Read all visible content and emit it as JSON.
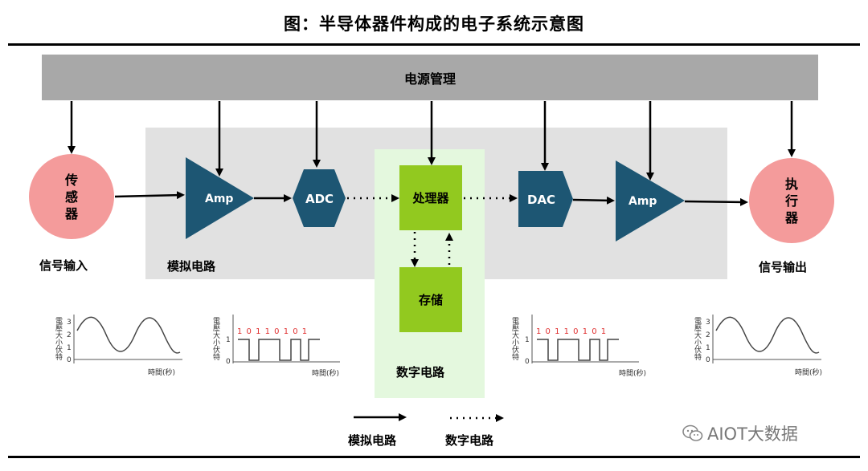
{
  "title": "图：半导体器件构成的电子系统示意图",
  "power": {
    "label": "电源管理"
  },
  "sensor": {
    "label": "传感器"
  },
  "actuator": {
    "label": "执行器"
  },
  "signal_in": "信号输入",
  "signal_out": "信号输出",
  "analog_label": "模拟电路",
  "digital_label": "数字电路",
  "blocks": {
    "amp_in": "Amp",
    "adc": "ADC",
    "processor": "处理器",
    "memory": "存储",
    "dac": "DAC",
    "amp_out": "Amp"
  },
  "waveform": {
    "y_axis": "電壓大小伏特",
    "x_axis": "時間(秒)",
    "ticks": [
      "3",
      "2",
      "1",
      "0"
    ]
  },
  "digital_wave": {
    "bits": "1 0 1 1 0 1 0 1",
    "y_axis": "電壓大小伏特",
    "x_axis": "時間(秒)",
    "ticks": [
      "1",
      "0"
    ]
  },
  "legend": {
    "analog": "模拟电路",
    "digital": "数字电路"
  },
  "watermark": "AIOT大数据",
  "colors": {
    "power_bar": "#a8a8a8",
    "analog_bg": "#e1e1e1",
    "digital_bg": "#e4f8de",
    "green": "#92c91f",
    "teal": "#1d5673",
    "circle": "#f49b9b",
    "bits": "#e03030"
  }
}
